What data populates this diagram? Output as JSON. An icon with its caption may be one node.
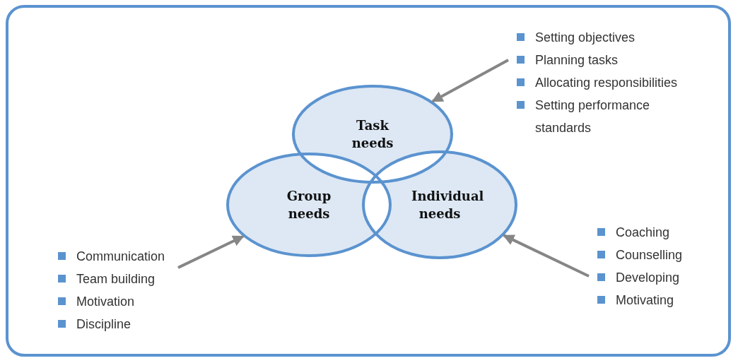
{
  "diagram": {
    "nodes": [
      {
        "text": [
          "Task needs"
        ]
      },
      {
        "text": [
          "Group needs"
        ]
      },
      {
        "text": [
          "Individual needs"
        ]
      },
      {
        "text": [
          "Setting objectives",
          "Planning tasks",
          "Allocating responsibilities",
          "Setting performance standards"
        ]
      },
      {
        "text": [
          "Communication",
          "Team building",
          "Motivation",
          "Discipline"
        ]
      },
      {
        "text": [
          "Coaching",
          "Counselling",
          "Developing",
          "Motivating"
        ]
      }
    ],
    "edges": [
      {
        "from": 3,
        "to": 0,
        "arrow": "to"
      },
      {
        "from": 4,
        "to": 1,
        "arrow": "to"
      },
      {
        "from": 5,
        "to": 2,
        "arrow": "to"
      }
    ]
  }
}
